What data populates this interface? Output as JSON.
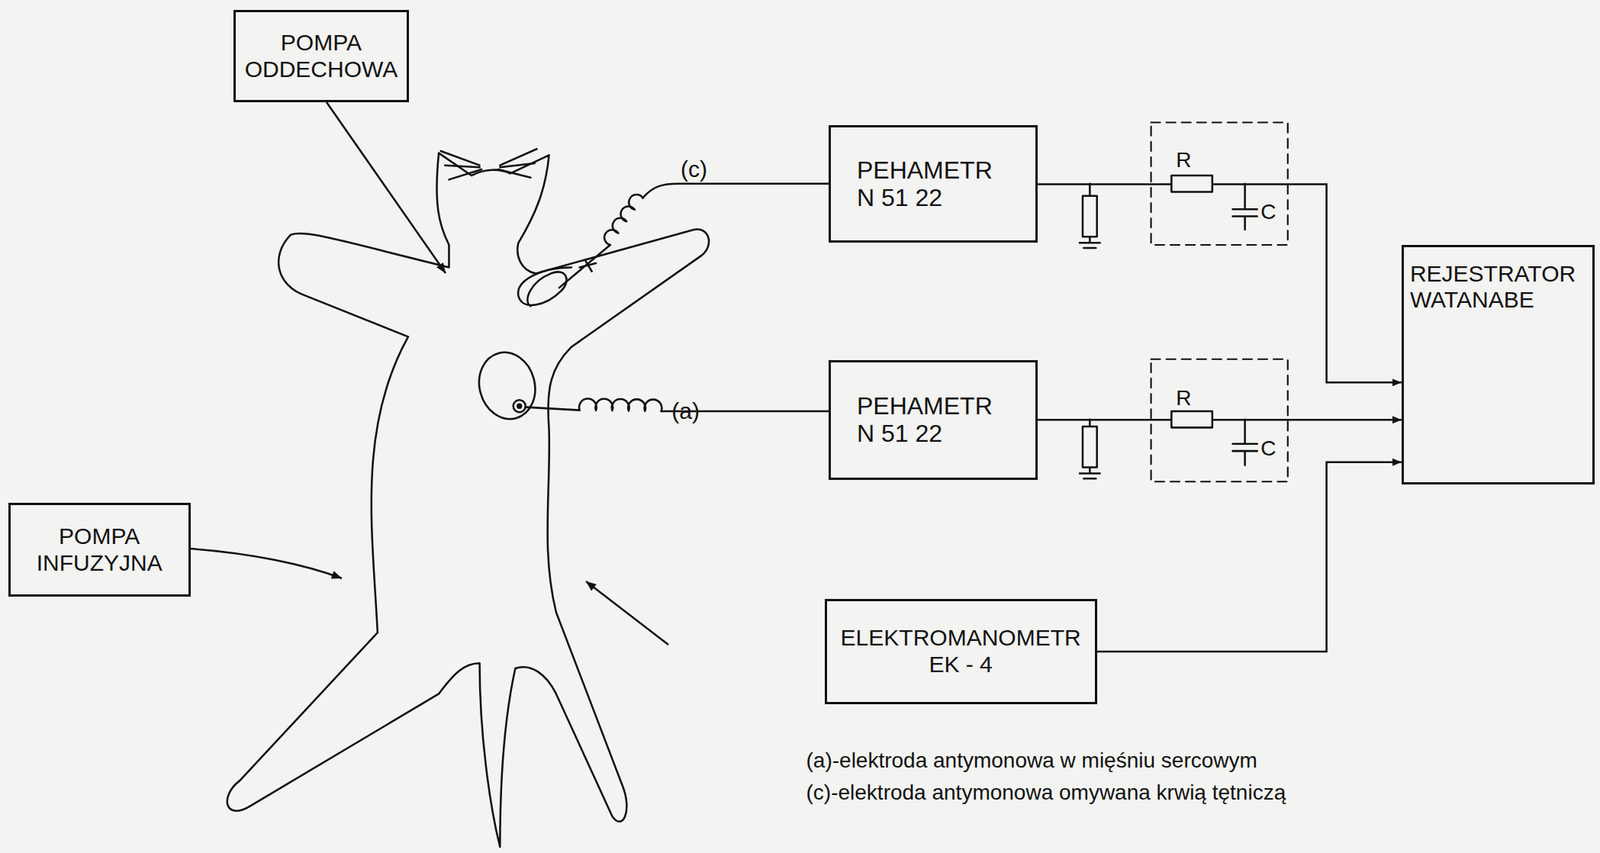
{
  "diagram": {
    "nodes": [
      {
        "text": [
          "POMPA ODDECHOWA"
        ]
      },
      {
        "text": [
          "PEHAMETR N 51 22"
        ]
      },
      {
        "text": [
          "REJESTRATOR WATANABE"
        ]
      },
      {
        "text": [
          "PEHAMETR N 51 22"
        ]
      },
      {
        "text": [
          "POMPA INFUZYJNA"
        ]
      },
      {
        "text": [
          "ELEKTROMANOMETR EK - 4"
        ]
      }
    ],
    "edges": [
      {
        "from": 1,
        "to": 2,
        "arrow": "to"
      },
      {
        "from": 3,
        "to": 2,
        "arrow": "to"
      },
      {
        "from": 5,
        "to": 2,
        "arrow": "to"
      }
    ],
    "labels": [
      "(c)",
      "(a)",
      "R",
      "C",
      "R",
      "C",
      "(a)-elektroda antymonowa w mięśniu sercowym",
      "(c)-elektroda antymonowa omywana krwią tętniczą"
    ]
  }
}
